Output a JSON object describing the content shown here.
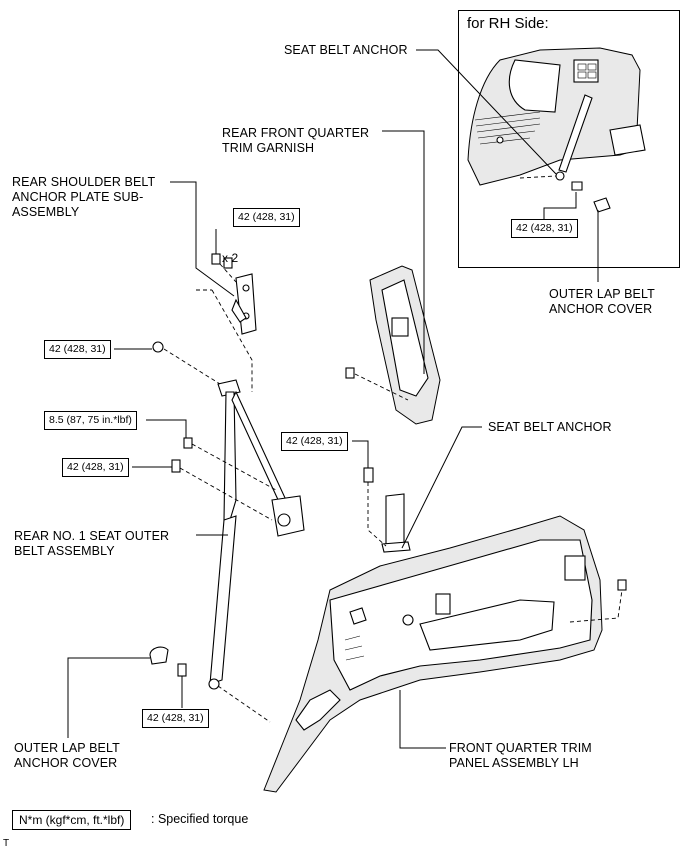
{
  "rh_side": {
    "title": "for RH Side:",
    "torque": "42 (428, 31)"
  },
  "labels": {
    "seat_belt_anchor_top": "SEAT BELT ANCHOR",
    "rear_front_quarter_trim_garnish": "REAR FRONT QUARTER\nTRIM GARNISH",
    "rear_shoulder_belt_anchor_plate": "REAR SHOULDER BELT\nANCHOR PLATE SUB-\nASSEMBLY",
    "outer_lap_belt_anchor_cover_right": "OUTER LAP BELT\nANCHOR COVER",
    "seat_belt_anchor_mid": "SEAT BELT ANCHOR",
    "rear_no1_seat_outer_belt": "REAR NO. 1 SEAT OUTER\nBELT ASSEMBLY",
    "outer_lap_belt_anchor_cover_left": "OUTER LAP BELT\nANCHOR COVER",
    "front_quarter_trim_panel": "FRONT QUARTER TRIM\nPANEL ASSEMBLY LH"
  },
  "torques": {
    "anchor_plate": "42 (428, 31)",
    "anchor_plate_qty": "x 2",
    "upper_guide": "42 (428, 31)",
    "small_bolt": "8.5 (87, 75 in.*lbf)",
    "retractor": "42 (428, 31)",
    "seat_belt_anchor_mid": "42 (428, 31)",
    "lap_anchor": "42 (428, 31)"
  },
  "legend": {
    "unit": "N*m (kgf*cm, ft.*lbf)",
    "description": ": Specified torque"
  },
  "corner_mark": "T"
}
